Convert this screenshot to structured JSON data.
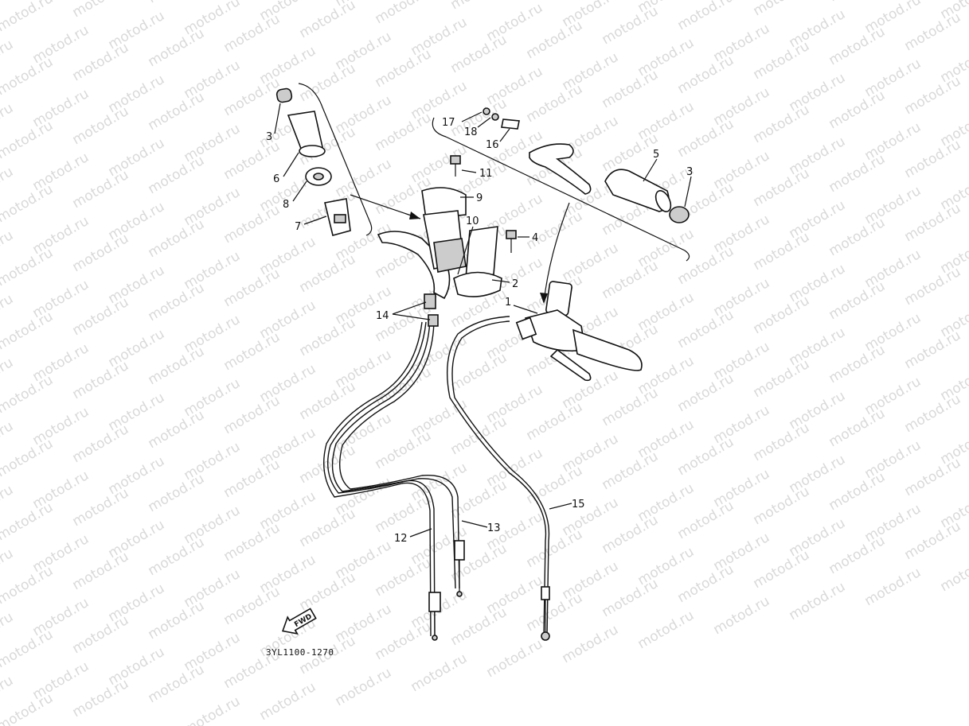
{
  "watermark": {
    "text": "motod.ru"
  },
  "diagram_code": "3YL1100-1270",
  "fwd_label": "FWD",
  "callouts": [
    {
      "id": "c1",
      "text": "1"
    },
    {
      "id": "c2",
      "text": "2"
    },
    {
      "id": "c3a",
      "text": "3"
    },
    {
      "id": "c3b",
      "text": "3"
    },
    {
      "id": "c4",
      "text": "4"
    },
    {
      "id": "c5",
      "text": "5"
    },
    {
      "id": "c6",
      "text": "6"
    },
    {
      "id": "c7",
      "text": "7"
    },
    {
      "id": "c8",
      "text": "8"
    },
    {
      "id": "c9",
      "text": "9"
    },
    {
      "id": "c10",
      "text": "10"
    },
    {
      "id": "c11",
      "text": "11"
    },
    {
      "id": "c12",
      "text": "12"
    },
    {
      "id": "c13",
      "text": "13"
    },
    {
      "id": "c14",
      "text": "14"
    },
    {
      "id": "c15",
      "text": "15"
    },
    {
      "id": "c16",
      "text": "16"
    },
    {
      "id": "c17",
      "text": "17"
    },
    {
      "id": "c18",
      "text": "18"
    }
  ]
}
